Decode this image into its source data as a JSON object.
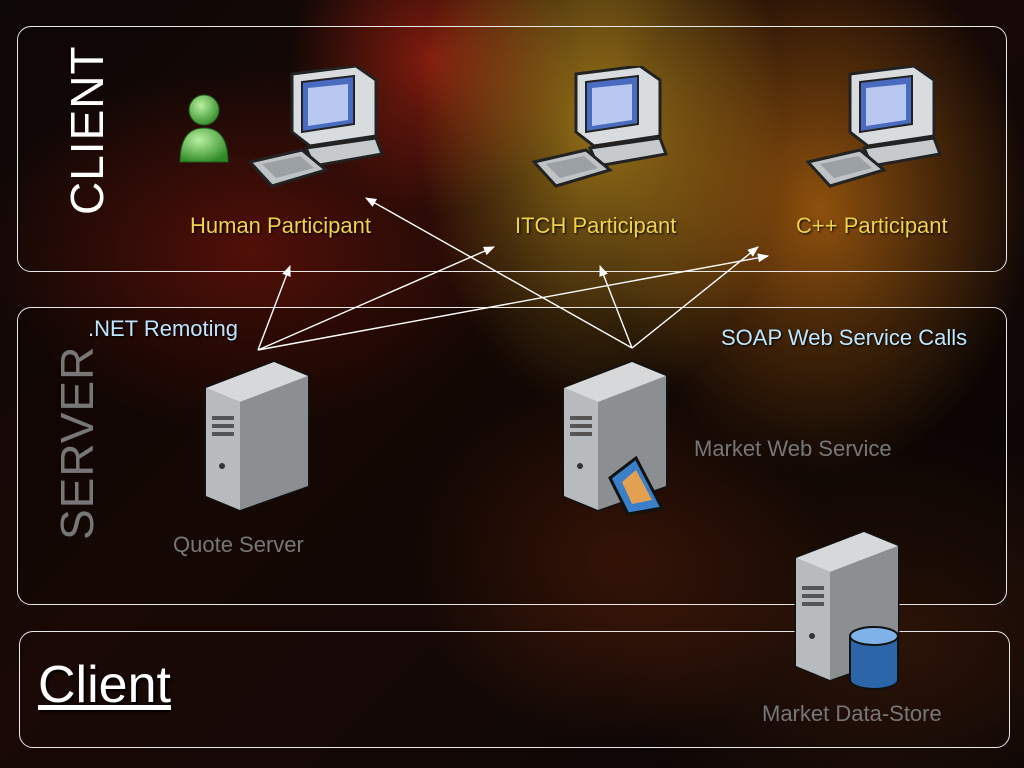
{
  "slide": {
    "title": "Client"
  },
  "client_tier": {
    "label": "CLIENT",
    "participants": [
      {
        "label": "Human Participant"
      },
      {
        "label": "ITCH Participant"
      },
      {
        "label": "C++ Participant"
      }
    ]
  },
  "server_tier": {
    "label": "SERVER",
    "components": [
      {
        "label": "Quote Server"
      },
      {
        "label": "Market Web Service"
      },
      {
        "label": "Market Data-Store"
      }
    ]
  },
  "connections": {
    "net_remoting_label": ".NET Remoting",
    "soap_label": "SOAP Web Service Calls"
  },
  "colors": {
    "participant_label": "#f0d34a",
    "connection_label": "#bfe6ff",
    "server_label": "#777777",
    "panel_border": "#e8e8e8"
  }
}
